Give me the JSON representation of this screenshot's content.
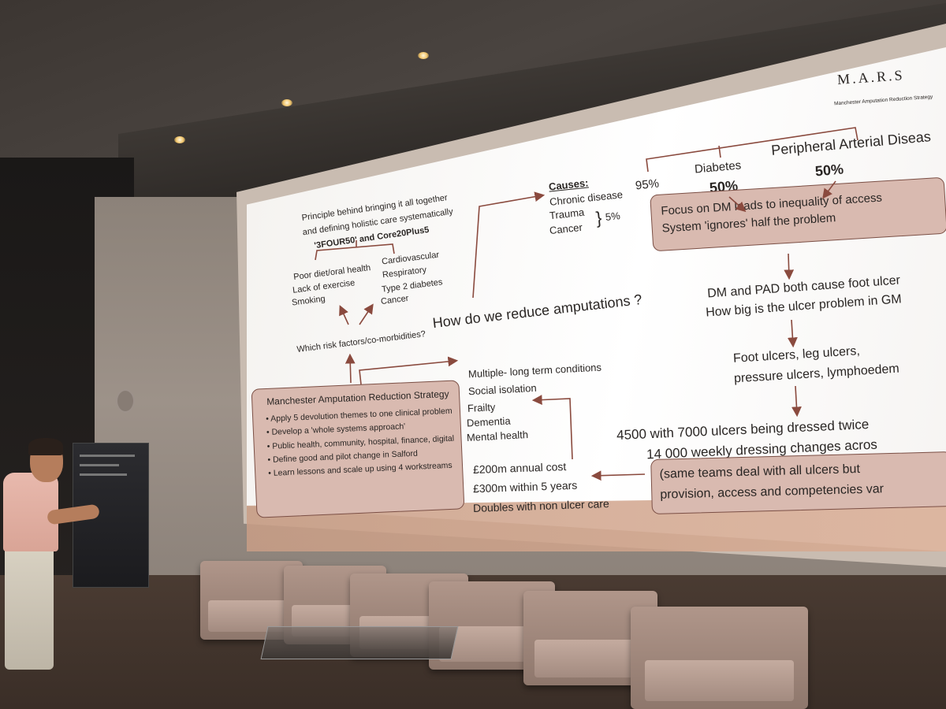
{
  "slide": {
    "logo_text": "M.A.R.S",
    "logo_subtitle": "Manchester Amputation Reduction Strategy",
    "principle_line1": "Principle behind bringing it all together",
    "principle_line2": "and defining holistic care systematically",
    "principle_line3": "'3FOUR50' and Core20Plus5",
    "lifestyle": [
      "Poor diet/oral health",
      "Lack of exercise",
      "Smoking"
    ],
    "diseases": [
      "Cardiovascular",
      "Respiratory",
      "Type 2 diabetes",
      "Cancer"
    ],
    "risk_question": "Which risk factors/co-morbidities?",
    "main_question": "How do we reduce amputations ?",
    "causes_heading": "Causes:",
    "causes": [
      "Chronic disease",
      "Trauma",
      "Cancer"
    ],
    "causes_pct": "5%",
    "chronic_pct": "95%",
    "diabetes_label": "Diabetes",
    "diabetes_pct": "50%",
    "pad_label": "Peripheral Arterial Diseas",
    "pad_pct": "50%",
    "focus_line1": "Focus on DM leads to inequality of access",
    "focus_line2": "System 'ignores' half the problem",
    "dm_pad_line1": "DM and PAD both cause foot ulcer",
    "dm_pad_line2": "How big is the ulcer problem in GM",
    "ulcer_line1": "Foot ulcers, leg ulcers,",
    "ulcer_line2": "pressure ulcers, lymphoedem",
    "dressed_line1": "4500 with 7000 ulcers being dressed twice",
    "dressed_line2": "14 000 weekly dressing changes acros",
    "same_line1": "(same teams deal with all ulcers but",
    "same_line2": "provision, access and competencies var",
    "cost_lines": [
      "£200m annual cost",
      "£300m within 5 years",
      "Doubles with non ulcer care"
    ],
    "conditions": [
      "Multiple- long term conditions",
      "Social isolation",
      "Frailty",
      "Dementia",
      "Mental health"
    ],
    "strategy_title": "Manchester Amputation Reduction Strategy",
    "strategy_items": [
      "Apply 5 devolution themes to one clinical problem",
      "Develop a 'whole systems approach'",
      "Public health, community, hospital, finance, digital",
      "Define good and pilot change in Salford",
      "Learn lessons and scale up using 4 workstreams"
    ]
  },
  "colors": {
    "box_fill": "#d9bab0",
    "box_border": "#7b4f45",
    "arrow": "#8a4a3e",
    "slide_footer": "#d2a58c"
  }
}
